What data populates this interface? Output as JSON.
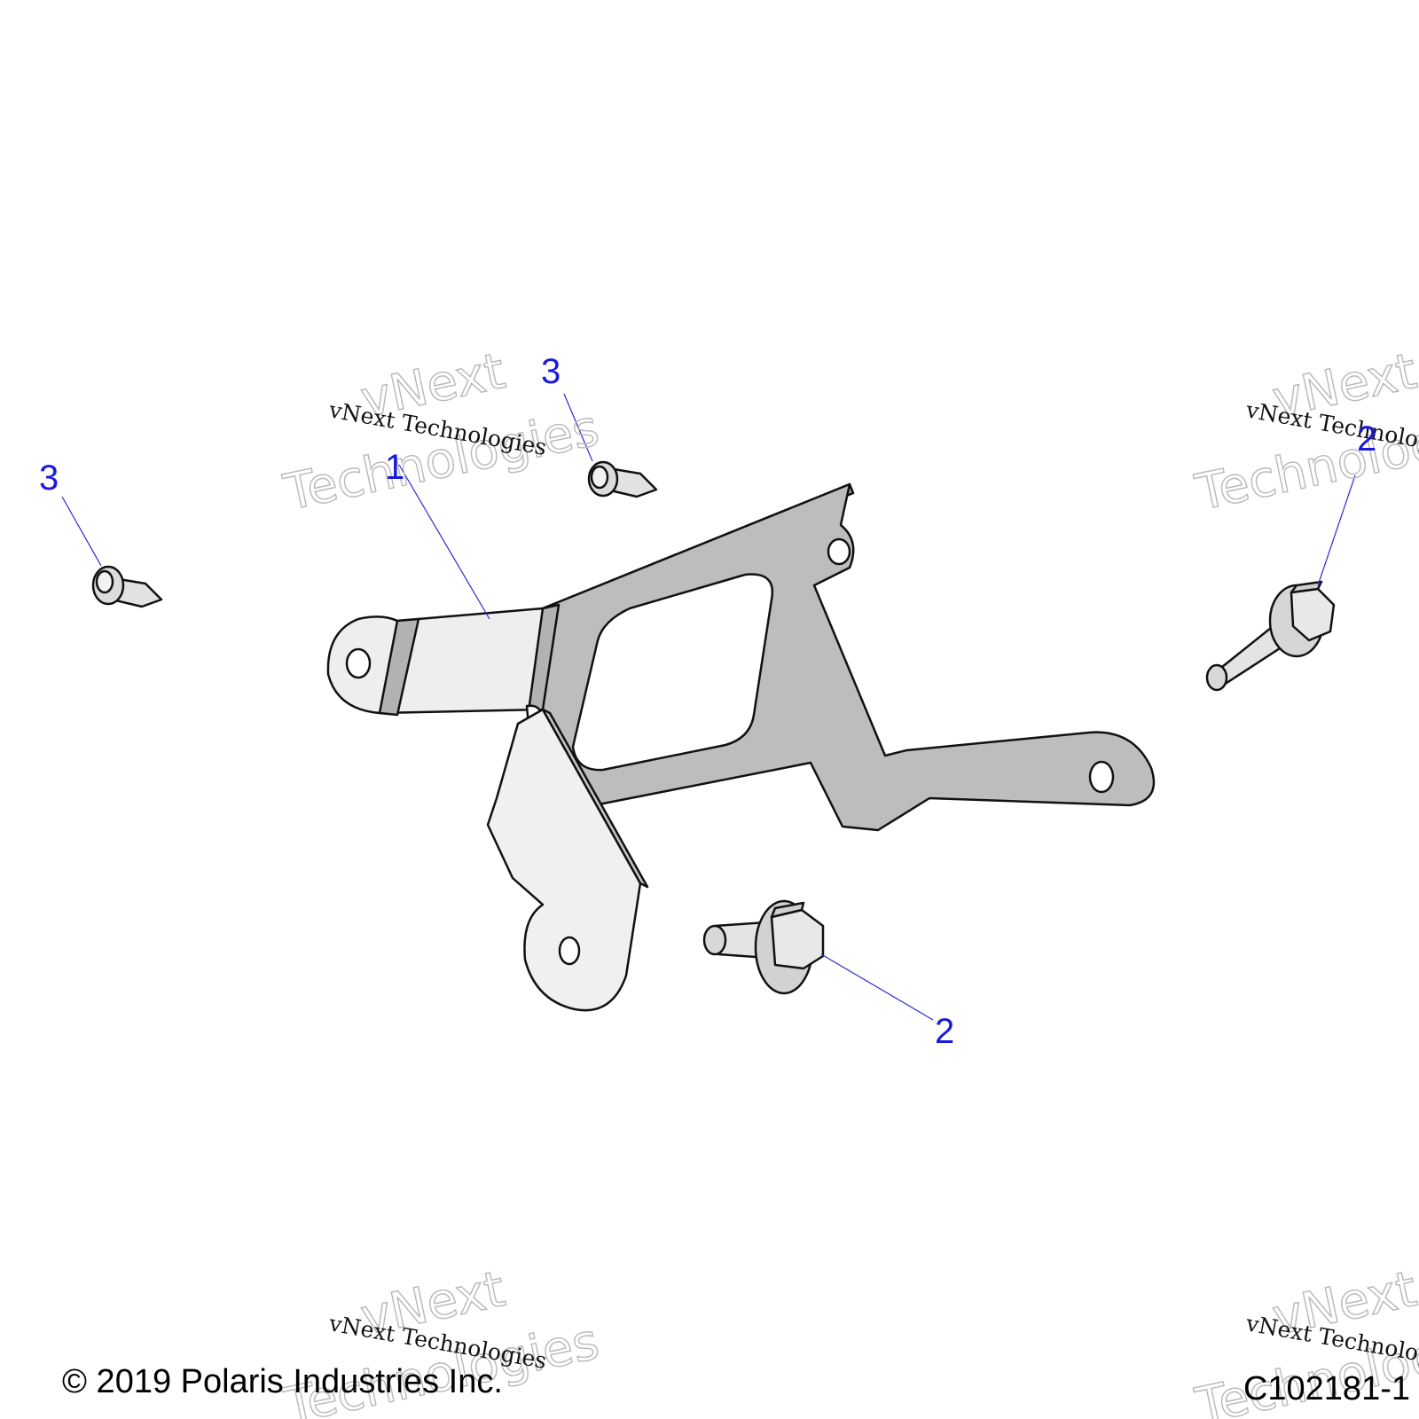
{
  "callouts": {
    "bracket": "1",
    "bolt_right": "2",
    "bolt_bottom": "2",
    "screw_left": "3",
    "screw_top": "3"
  },
  "watermark": {
    "line": "vNext Technologies",
    "word1": "vNext",
    "word2": "Technologies"
  },
  "footer": {
    "copyright": "© 2019 Polaris Industries Inc.",
    "figure_id": "C102181-1"
  }
}
